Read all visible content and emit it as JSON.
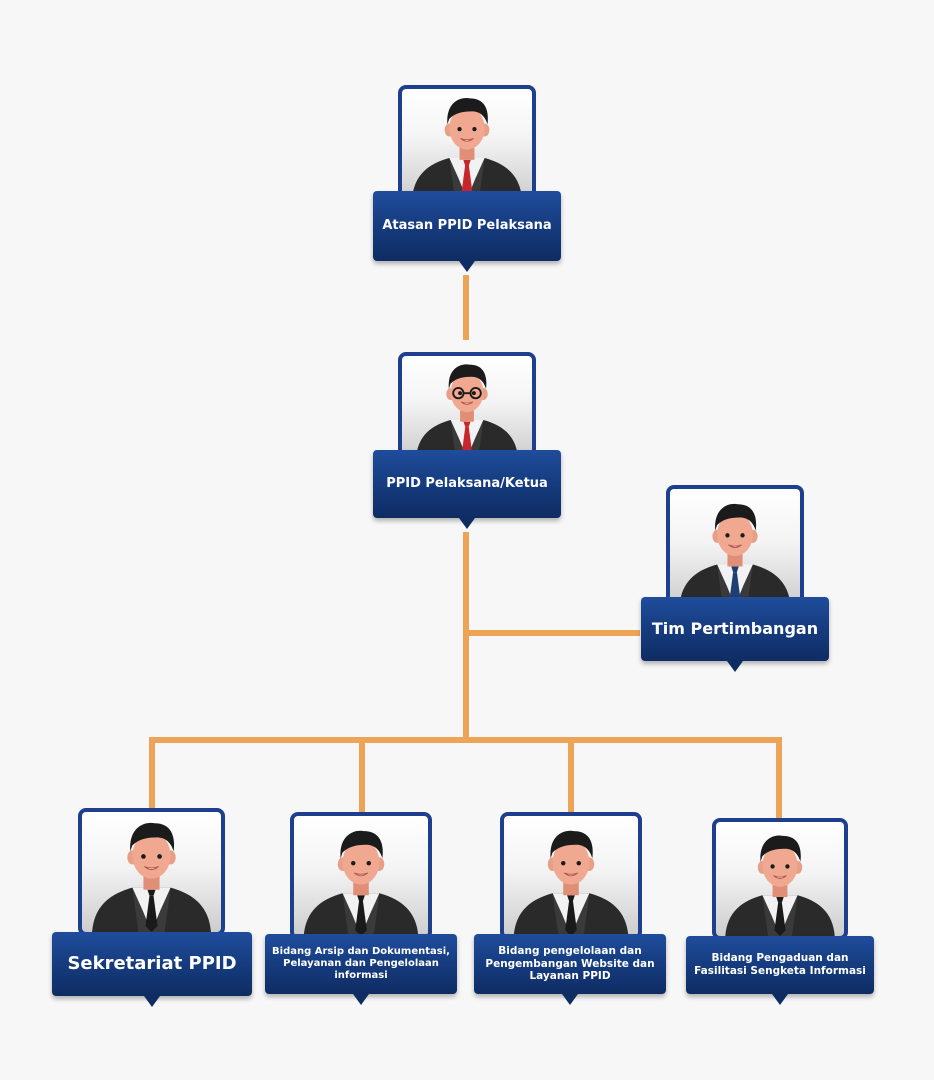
{
  "colors": {
    "connector": "#eea457",
    "frame": "#1d3f8e",
    "label_background": "#153a7c",
    "label_text": "#ffffff",
    "background": "#f7f7f7"
  },
  "nodes": {
    "atasan": {
      "label": "Atasan PPID Pelaksana",
      "tie": "red",
      "glasses": false
    },
    "ketua": {
      "label": "PPID Pelaksana/Ketua",
      "tie": "red",
      "glasses": true
    },
    "tim": {
      "label": "Tim Pertimbangan",
      "tie": "navy",
      "glasses": false
    },
    "sekretariat": {
      "label": "Sekretariat PPID",
      "tie": "black",
      "glasses": false
    },
    "arsip": {
      "label": "Bidang Arsip dan Dokumentasi, Pelayanan dan Pengelolaan informasi",
      "tie": "black",
      "glasses": false
    },
    "website": {
      "label": "Bidang pengelolaan dan Pengembangan Website dan Layanan PPID",
      "tie": "black",
      "glasses": false
    },
    "pengaduan": {
      "label": "Bidang Pengaduan dan Fasilitasi Sengketa Informasi",
      "tie": "black",
      "glasses": false
    }
  }
}
